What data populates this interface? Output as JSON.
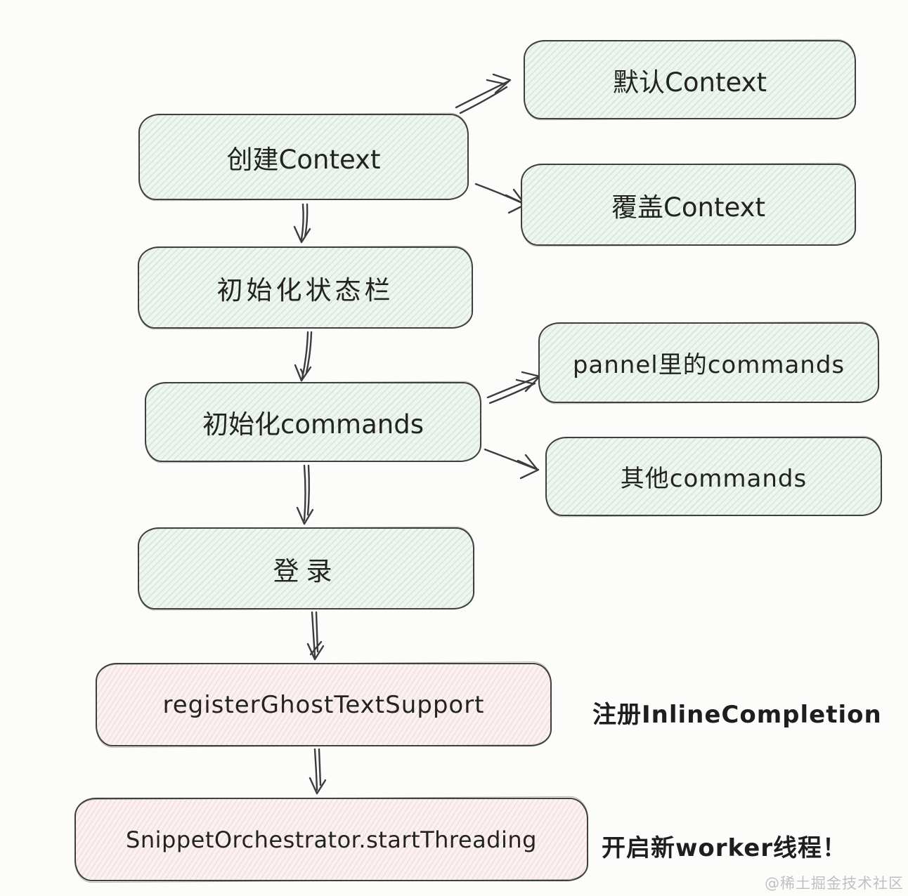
{
  "diagram": {
    "nodes": [
      {
        "id": "create-context",
        "label": "创建Context",
        "type": "green"
      },
      {
        "id": "default-context",
        "label": "默认Context",
        "type": "green"
      },
      {
        "id": "override-context",
        "label": "覆盖Context",
        "type": "green"
      },
      {
        "id": "init-statusbar",
        "label": "初始化状态栏",
        "type": "green"
      },
      {
        "id": "init-commands",
        "label": "初始化commands",
        "type": "green"
      },
      {
        "id": "pannel-commands",
        "label": "pannel里的commands",
        "type": "green"
      },
      {
        "id": "other-commands",
        "label": "其他commands",
        "type": "green"
      },
      {
        "id": "login",
        "label": "登录",
        "type": "green"
      },
      {
        "id": "register-ghost-text",
        "label": "registerGhostTextSupport",
        "type": "pink"
      },
      {
        "id": "snippet-orchestrator",
        "label": "SnippetOrchestrator.startThreading",
        "type": "pink"
      }
    ],
    "edges": [
      {
        "from": "create-context",
        "to": "default-context"
      },
      {
        "from": "create-context",
        "to": "override-context"
      },
      {
        "from": "create-context",
        "to": "init-statusbar"
      },
      {
        "from": "init-statusbar",
        "to": "init-commands"
      },
      {
        "from": "init-commands",
        "to": "pannel-commands"
      },
      {
        "from": "init-commands",
        "to": "other-commands"
      },
      {
        "from": "init-commands",
        "to": "login"
      },
      {
        "from": "login",
        "to": "register-ghost-text"
      },
      {
        "from": "register-ghost-text",
        "to": "snippet-orchestrator"
      }
    ],
    "annotations": [
      {
        "id": "register-note",
        "text": "注册InlineCompletion"
      },
      {
        "id": "worker-note",
        "text": "开启新worker线程！"
      }
    ],
    "watermark": {
      "text": "@稀土掘金技术社区"
    }
  },
  "colors": {
    "background": "#fcfcfa",
    "green_fill": "#eff6f0",
    "green_hatch": "#cfe3d4",
    "pink_fill": "#faf1f0",
    "pink_hatch": "#eddad8",
    "node_stroke": "#3f4040",
    "arrow_ink": "#3c3c3c",
    "label_text": "#232323",
    "annotation_text": "#1e1e1e",
    "watermark_text": "#c0c0c0"
  }
}
